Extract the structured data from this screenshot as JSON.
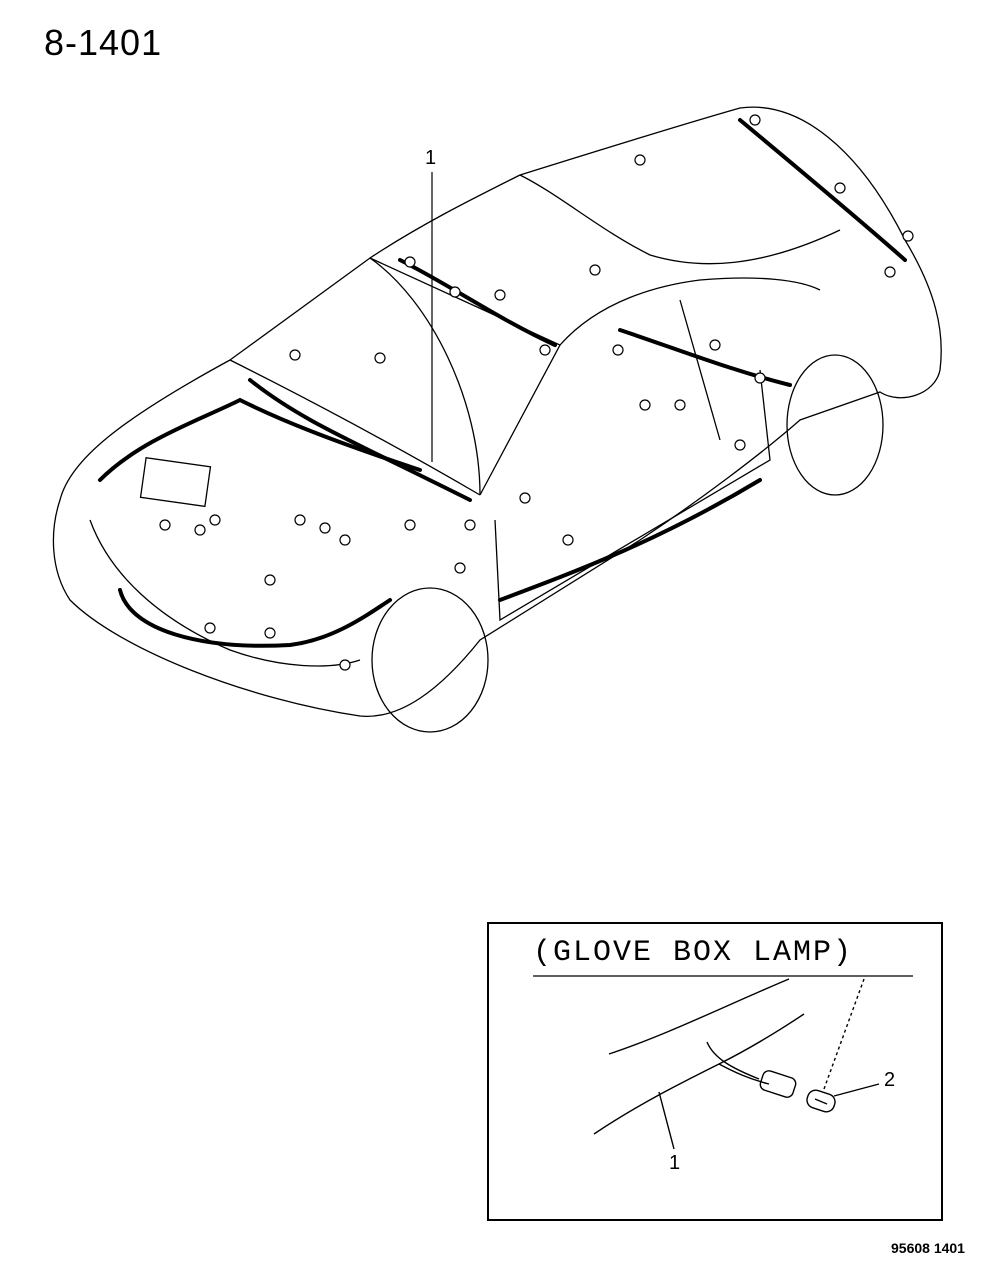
{
  "page": {
    "code": "8-1401",
    "figure_code": "95608  1401"
  },
  "main_diagram": {
    "callout_1": "1"
  },
  "inset": {
    "title": "(GLOVE BOX LAMP)",
    "callout_1": "1",
    "callout_2": "2"
  },
  "colors": {
    "ink": "#000000",
    "paper": "#ffffff"
  }
}
